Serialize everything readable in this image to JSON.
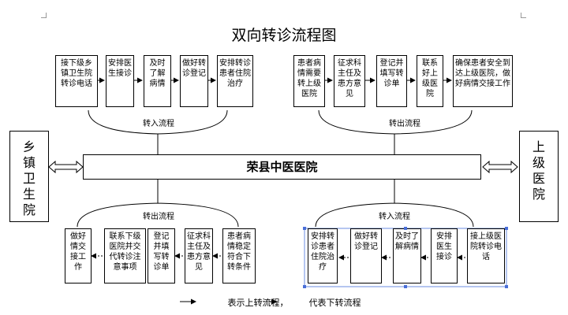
{
  "title": "双向转诊流程图",
  "hospital": "荣县中医医院",
  "left_side": "乡镇卫生院",
  "right_side": "上级医院",
  "top_left_label": "转入流程",
  "top_right_label": "转出流程",
  "bottom_left_label": "转出流程",
  "bottom_right_label": "转入流程",
  "top_left_boxes": [
    "接下级乡镇卫生院转诊电话",
    "安排医生接诊",
    "及时了解病情",
    "做好转诊登记",
    "安排转诊患者住院治疗"
  ],
  "top_right_boxes": [
    "患者病情需要转上级医院",
    "征求科主任及患方意见",
    "登记并填写转诊单",
    "联系好上级医院",
    "确保患者安全到达上级医院，做好病情交接工作"
  ],
  "bottom_left_boxes": [
    "做好情交接工作",
    "联系下级医院并交代转诊注意事项",
    "登记并填写转诊单",
    "征求科主任及患方意见",
    "患者病情稳定符合下转条件"
  ],
  "bottom_right_boxes": [
    "安排转诊患者住院治疗",
    "做好转诊登记",
    "及时了解病情",
    "安排医生接诊",
    "接上级医院转诊电话"
  ],
  "legend": {
    "solid": "表示上转流程，",
    "dotted": "代表下转流程"
  }
}
